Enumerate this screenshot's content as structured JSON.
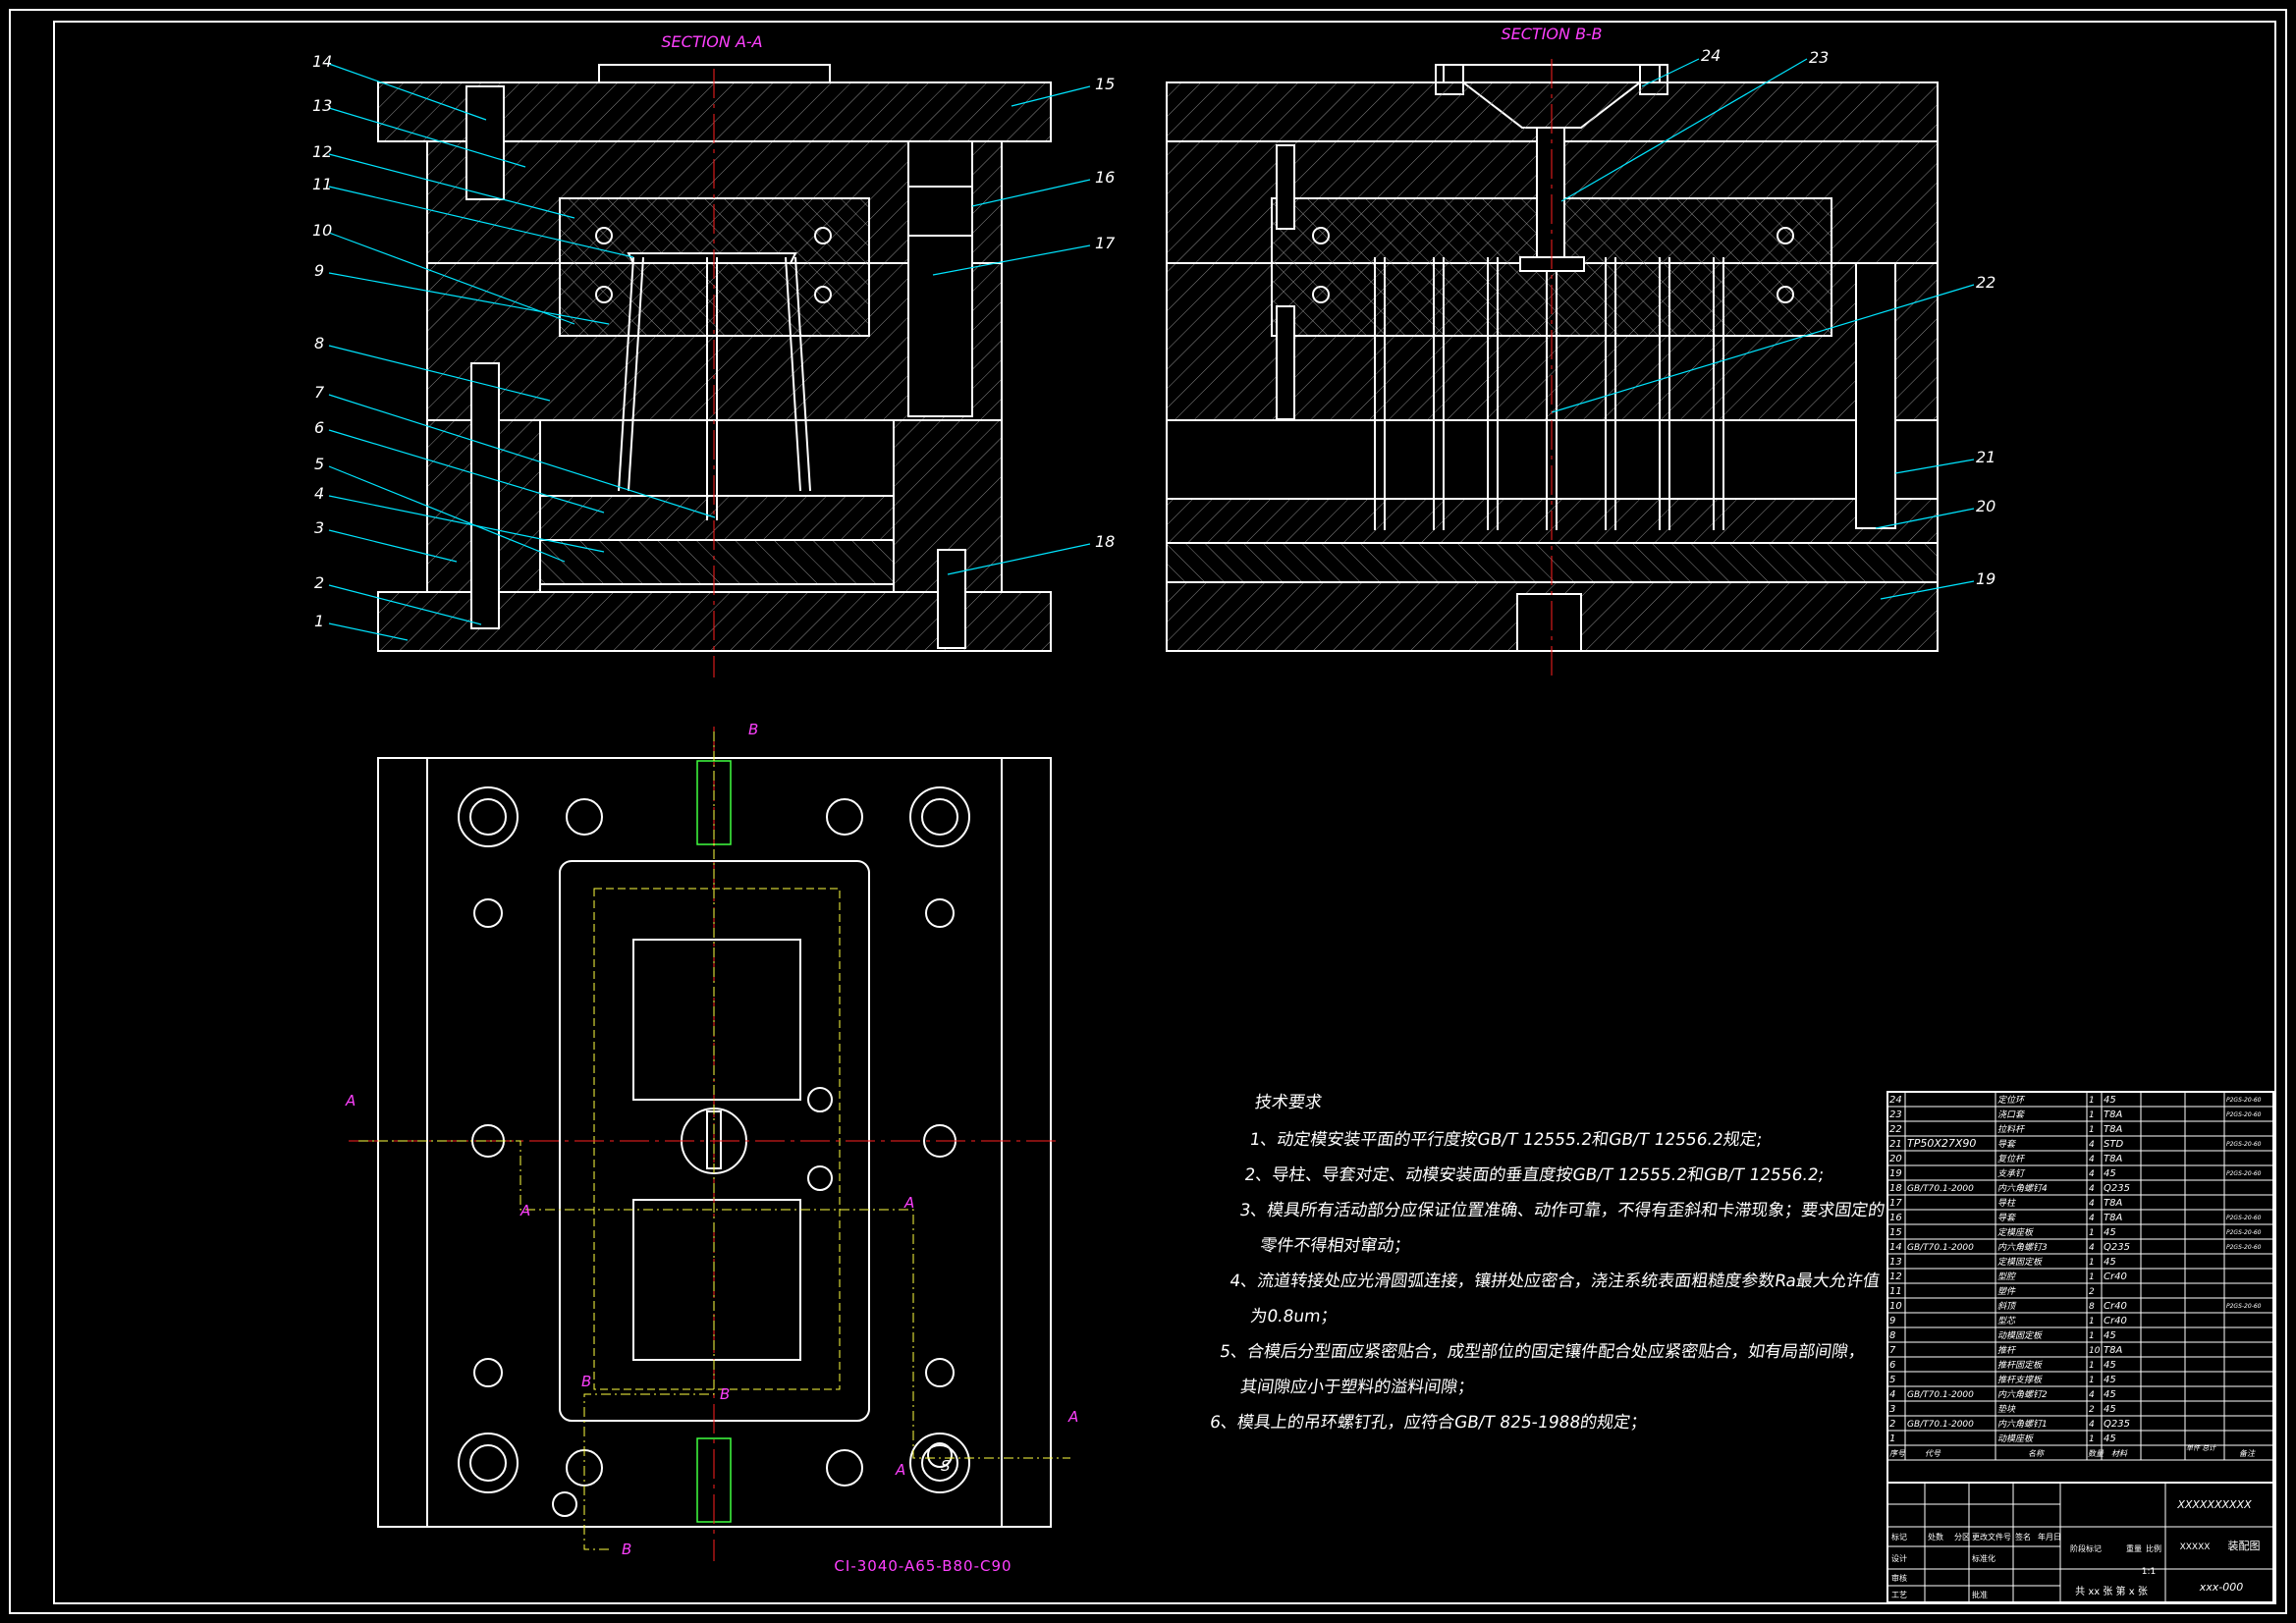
{
  "sections": {
    "a": "SECTION A-A",
    "b": "SECTION B-B"
  },
  "leaders_a": {
    "left": [
      "14",
      "13",
      "12",
      "11",
      "10",
      "9",
      "8",
      "7",
      "6",
      "5",
      "4",
      "3",
      "2",
      "1"
    ],
    "right": [
      "15",
      "16",
      "17",
      "18"
    ]
  },
  "leaders_b": {
    "right": [
      "24",
      "23",
      "22",
      "21",
      "20",
      "19"
    ]
  },
  "plan": {
    "marker_a": "A",
    "marker_b": "B",
    "s_mark": "S",
    "model_code": "CI-3040-A65-B80-C90"
  },
  "tech": {
    "title": "技术要求",
    "items": [
      "1、动定模安装平面的平行度按GB/T 12555.2和GB/T 12556.2规定;",
      "2、导柱、导套对定、动模安装面的垂直度按GB/T 12555.2和GB/T 12556.2;",
      "3、模具所有活动部分应保证位置准确、动作可靠，不得有歪斜和卡滞现象；要求固定的",
      "零件不得相对窜动；",
      "4、流道转接处应光滑圆弧连接，镶拼处应密合，浇注系统表面粗糙度参数Ra最大允许值",
      "为0.8um；",
      "5、合模后分型面应紧密贴合，成型部位的固定镶件配合处应紧密贴合，如有局部间隙，",
      "其间隙应小于塑料的溢料间隙；",
      "6、模具上的吊环螺钉孔，应符合GB/T 825-1988的规定；"
    ]
  },
  "bom": [
    {
      "no": "24",
      "code": "",
      "name": "定位环",
      "qty": "1",
      "mat": "45"
    },
    {
      "no": "23",
      "code": "",
      "name": "浇口套",
      "qty": "1",
      "mat": "T8A"
    },
    {
      "no": "22",
      "code": "",
      "name": "拉料杆",
      "qty": "1",
      "mat": "T8A"
    },
    {
      "no": "21",
      "code": "TP50X27X90",
      "name": "导套",
      "qty": "4",
      "mat": "STD"
    },
    {
      "no": "20",
      "code": "",
      "name": "复位杆",
      "qty": "4",
      "mat": "T8A"
    },
    {
      "no": "19",
      "code": "",
      "name": "支承钉",
      "qty": "4",
      "mat": "45"
    },
    {
      "no": "18",
      "code": "GB/T70.1-2000",
      "name": "内六角螺钉4",
      "qty": "4",
      "mat": "Q235"
    },
    {
      "no": "17",
      "code": "",
      "name": "导柱",
      "qty": "4",
      "mat": "T8A"
    },
    {
      "no": "16",
      "code": "",
      "name": "导套",
      "qty": "4",
      "mat": "T8A"
    },
    {
      "no": "15",
      "code": "",
      "name": "定模座板",
      "qty": "1",
      "mat": "45"
    },
    {
      "no": "14",
      "code": "GB/T70.1-2000",
      "name": "内六角螺钉3",
      "qty": "4",
      "mat": "Q235"
    },
    {
      "no": "13",
      "code": "",
      "name": "定模固定板",
      "qty": "1",
      "mat": "45"
    },
    {
      "no": "12",
      "code": "",
      "name": "型腔",
      "qty": "1",
      "mat": "Cr40"
    },
    {
      "no": "11",
      "code": "",
      "name": "塑件",
      "qty": "2",
      "mat": ""
    },
    {
      "no": "10",
      "code": "",
      "name": "斜顶",
      "qty": "8",
      "mat": "Cr40"
    },
    {
      "no": "9",
      "code": "",
      "name": "型芯",
      "qty": "1",
      "mat": "Cr40"
    },
    {
      "no": "8",
      "code": "",
      "name": "动模固定板",
      "qty": "1",
      "mat": "45"
    },
    {
      "no": "7",
      "code": "",
      "name": "推杆",
      "qty": "10",
      "mat": "T8A"
    },
    {
      "no": "6",
      "code": "",
      "name": "推杆固定板",
      "qty": "1",
      "mat": "45"
    },
    {
      "no": "5",
      "code": "",
      "name": "推杆支撑板",
      "qty": "1",
      "mat": "45"
    },
    {
      "no": "4",
      "code": "GB/T70.1-2000",
      "name": "内六角螺钉2",
      "qty": "4",
      "mat": "45"
    },
    {
      "no": "3",
      "code": "",
      "name": "垫块",
      "qty": "2",
      "mat": "45"
    },
    {
      "no": "2",
      "code": "GB/T70.1-2000",
      "name": "内六角螺钉1",
      "qty": "4",
      "mat": "Q235"
    },
    {
      "no": "1",
      "code": "",
      "name": "动模座板",
      "qty": "1",
      "mat": "45"
    }
  ],
  "bom_std_notes": [
    "P2GS-20-60",
    "P2GS-20-60",
    "P2GS-20-60",
    "P2GS-20-60",
    "P2GS-20-60",
    "P2GS-20-60",
    "P2GS-20-60",
    "P2GS-20-60"
  ],
  "bom_header": {
    "no": "序号",
    "code": "代号",
    "name": "名称",
    "qty": "数量",
    "mat": "材料",
    "weight": "单件 总计",
    "note": "备注"
  },
  "title_block": {
    "company": "XXXXXXXXXX",
    "drawing_name": "装配图",
    "drawing_no": "xxx-000",
    "unit_label": "XXXXX",
    "scale": "1:1",
    "sheets": "共 xx 张  第 x 张",
    "labels": [
      "标记",
      "处数",
      "分区",
      "更改文件号",
      "签名",
      "年月日",
      "设计",
      "标准化",
      "阶段标记",
      "重量",
      "比例",
      "审核",
      "工艺",
      "批准"
    ]
  },
  "colors": {
    "outline": "#ffffff",
    "hatch": "#8a8a8a",
    "center": "#ff2020",
    "label": "#00e5ff",
    "section": "#ff40ff",
    "aux": "#ffff40",
    "bolt": "#40ff40"
  }
}
